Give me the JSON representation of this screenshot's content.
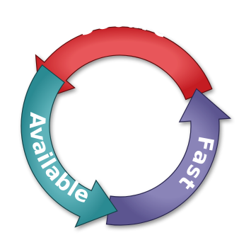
{
  "diagram": {
    "segments": [
      {
        "label": "Secure",
        "color": "#c41e24",
        "shade": "#7e0c10",
        "highlight": "#e8575a"
      },
      {
        "label": "Fast",
        "color": "#5c5590",
        "shade": "#342f62",
        "highlight": "#8a84b8"
      },
      {
        "label": "Available",
        "color": "#2c8a92",
        "shade": "#18555b",
        "highlight": "#5fb3ba"
      }
    ]
  }
}
